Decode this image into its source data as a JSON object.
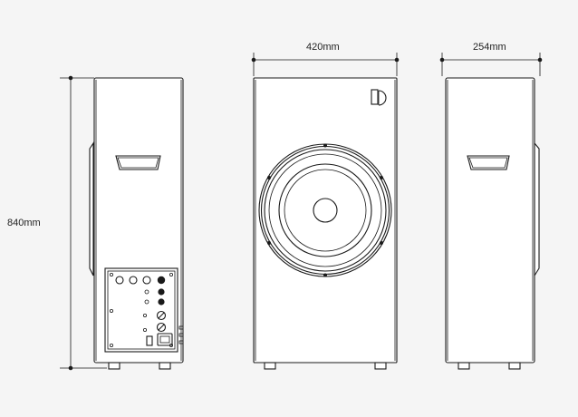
{
  "dimensions": {
    "height_label": "840mm",
    "width_label": "420mm",
    "depth_label": "254mm"
  },
  "colors": {
    "background": "#f5f5f5",
    "stroke": "#1a1a1a",
    "fill": "#ffffff"
  },
  "icons": {
    "logo": "brand-mark-icon"
  }
}
